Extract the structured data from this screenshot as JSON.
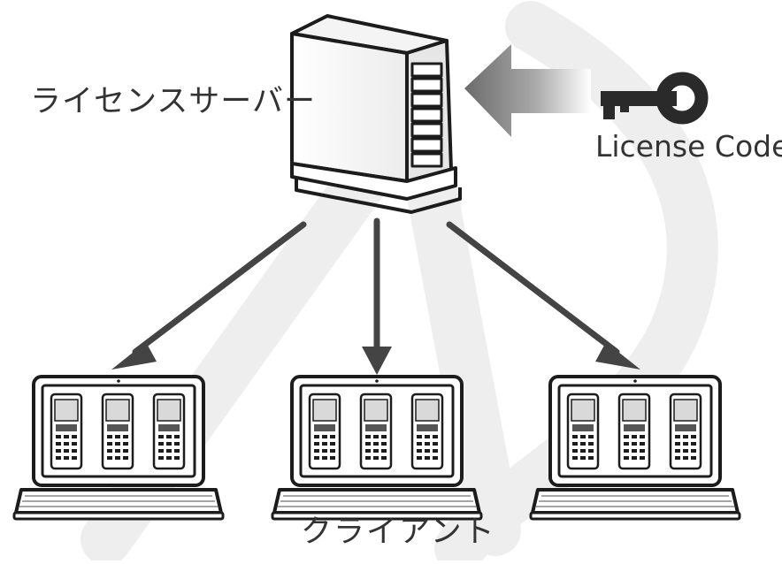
{
  "labels": {
    "server": "ライセンスサーバー",
    "license_code": "License Code",
    "clients": "クライアント"
  },
  "icons": {
    "server": "server-tower-icon",
    "key": "key-icon",
    "laptop": "laptop-icon",
    "calculator": "calculator-icon"
  },
  "clients": [
    {
      "name": "laptop-left"
    },
    {
      "name": "laptop-center"
    },
    {
      "name": "laptop-right"
    }
  ],
  "colors": {
    "stroke": "#1c1c1c",
    "arrow": "#444444",
    "text": "#333333",
    "watermark": "#eeeeee"
  }
}
